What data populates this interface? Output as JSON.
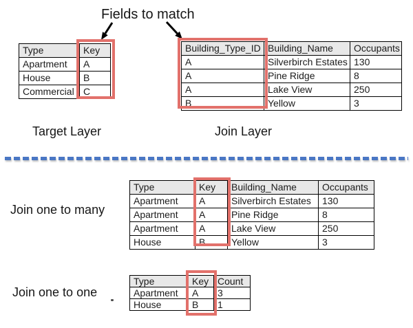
{
  "title": "Fields to match",
  "colors": {
    "highlight_red": "#e2716b",
    "header_gray": "#e8e8e8",
    "divider_blue": "#4a77c4",
    "arrow_black": "#000000"
  },
  "target_layer": {
    "label": "Target Layer",
    "table": {
      "headers": [
        "Type",
        "Key"
      ],
      "rows": [
        [
          "Apartment",
          "A"
        ],
        [
          "House",
          "B"
        ],
        [
          "Commercial",
          "C"
        ]
      ]
    }
  },
  "join_layer": {
    "label": "Join Layer",
    "table": {
      "headers": [
        "Building_Type_ID",
        "Building_Name",
        "Occupants"
      ],
      "rows": [
        [
          "A",
          "Silverbirch Estates",
          "130"
        ],
        [
          "A",
          "Pine Ridge",
          "8"
        ],
        [
          "A",
          "Lake View",
          "250"
        ],
        [
          "B",
          "Yellow",
          "3"
        ]
      ]
    }
  },
  "join_one_to_many": {
    "label": "Join one to many",
    "table": {
      "headers": [
        "Type",
        "Key",
        "Building_Name",
        "Occupants"
      ],
      "rows": [
        [
          "Apartment",
          "A",
          "Silverbirch Estates",
          "130"
        ],
        [
          "Apartment",
          "A",
          "Pine Ridge",
          "8"
        ],
        [
          "Apartment",
          "A",
          "Lake View",
          "250"
        ],
        [
          "House",
          "B",
          "Yellow",
          "3"
        ]
      ]
    }
  },
  "join_one_to_one": {
    "label": "Join one to one",
    "table": {
      "headers": [
        "Type",
        "Key",
        "Count"
      ],
      "rows": [
        [
          "Apartment",
          "A",
          "3"
        ],
        [
          "House",
          "B",
          "1"
        ]
      ]
    }
  }
}
